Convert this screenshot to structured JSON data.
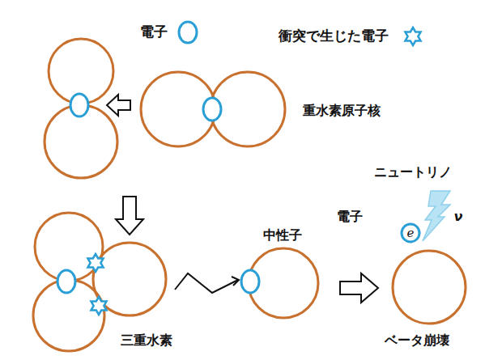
{
  "diagram": {
    "nodes": [
      {
        "text": [
          "e"
        ]
      }
    ],
    "labels": [
      "重水素原子核",
      "三重水素",
      "中性子",
      "ニュートリノ",
      "ν",
      "電子",
      "ベータ崩壊"
    ],
    "legend": [
      {
        "text": "電子"
      },
      {
        "text": "衝突で生じた電子"
      }
    ]
  }
}
